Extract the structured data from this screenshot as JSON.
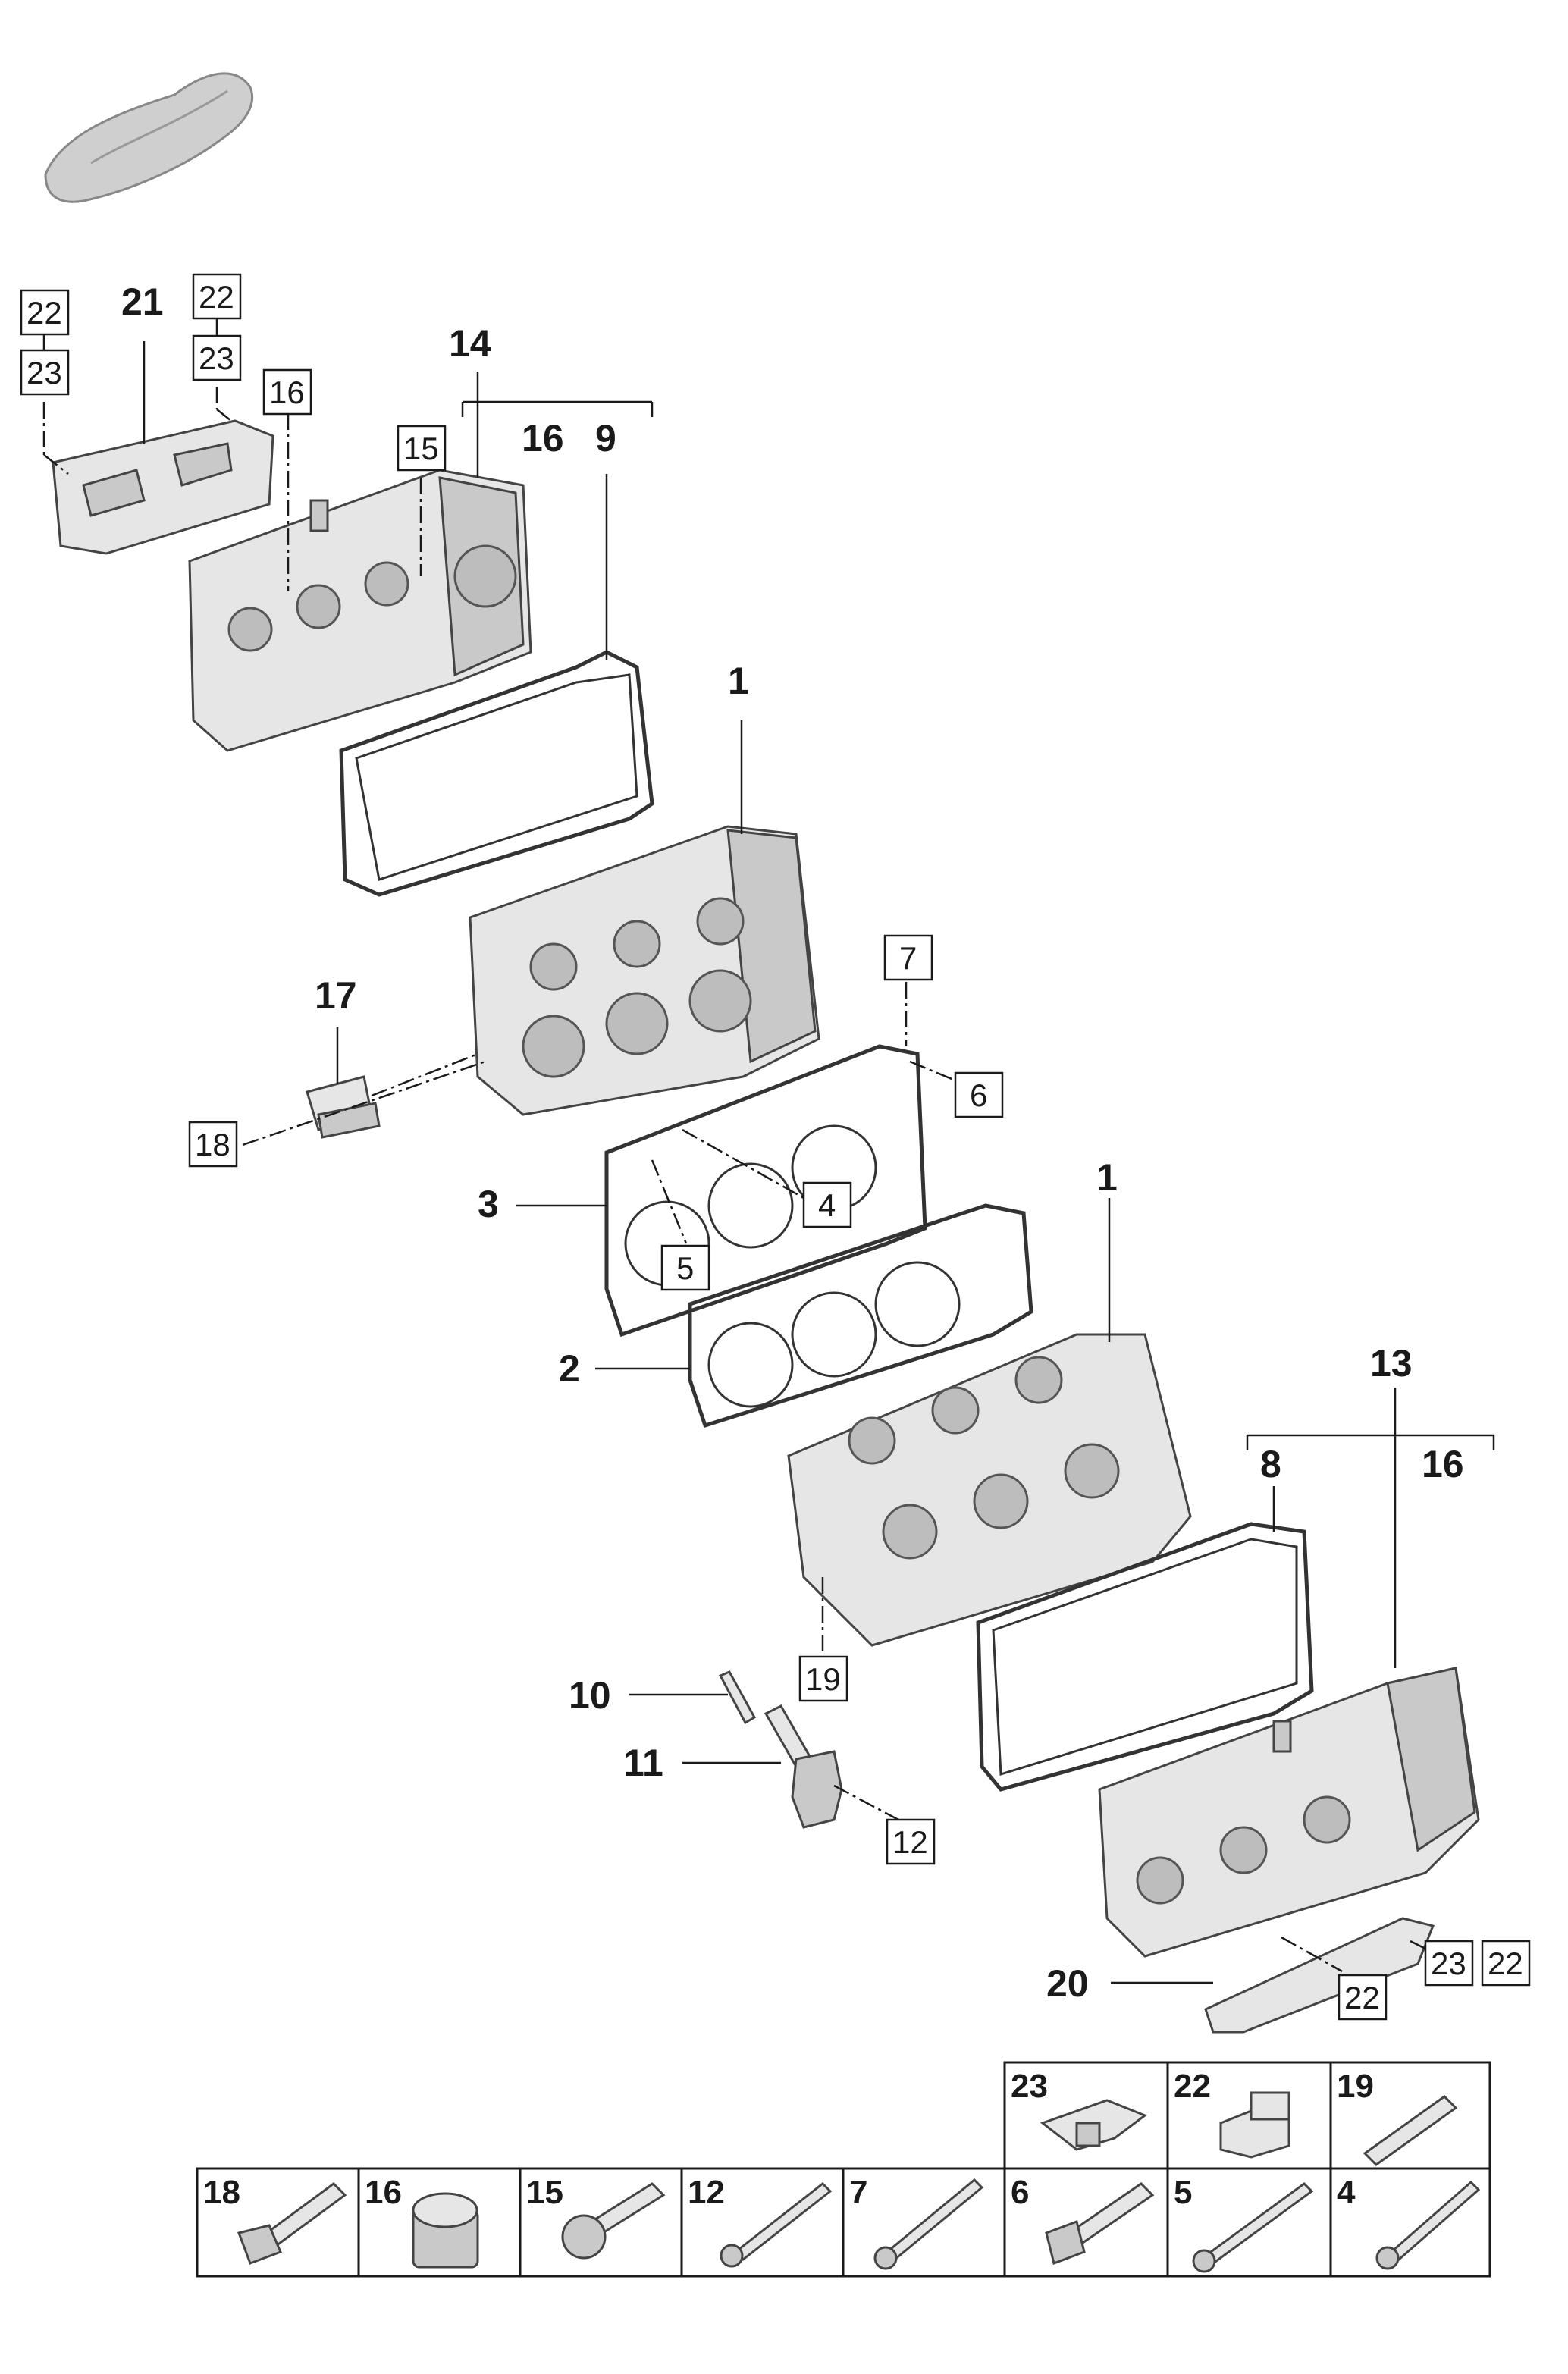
{
  "callouts": {
    "p1a": "1",
    "p1b": "1",
    "p2": "2",
    "p3": "3",
    "p4": "4",
    "p5": "5",
    "p6": "6",
    "p7": "7",
    "p8": "8",
    "p9": "9",
    "p10": "10",
    "p11": "11",
    "p12": "12",
    "p13": "13",
    "p14": "14",
    "p15": "15",
    "p16a": "16",
    "p16b": "16",
    "p16c": "16",
    "p17": "17",
    "p18": "18",
    "p19": "19",
    "p20": "20",
    "p21": "21",
    "p22a": "22",
    "p22b": "22",
    "p22c": "22",
    "p22d": "22",
    "p23a": "23",
    "p23b": "23",
    "p23c": "23"
  },
  "hardware_table": {
    "top_row": [
      "23",
      "22",
      "19"
    ],
    "bottom_row": [
      "18",
      "16",
      "15",
      "12",
      "7",
      "6",
      "5",
      "4"
    ]
  }
}
